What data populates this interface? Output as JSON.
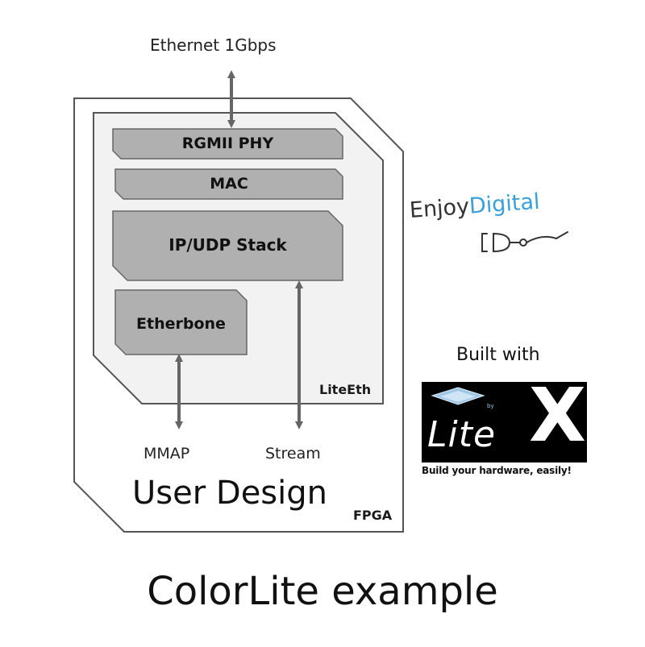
{
  "diagram": {
    "ethernet_label": "Ethernet 1Gbps",
    "blocks": {
      "rgmii_phy": "RGMII PHY",
      "mac": "MAC",
      "ip_udp_stack": "IP/UDP Stack",
      "etherbone": "Etherbone"
    },
    "liteeth_label": "LiteEth",
    "mmap_label": "MMAP",
    "stream_label": "Stream",
    "user_design_label": "User Design",
    "fpga_label": "FPGA"
  },
  "branding": {
    "enjoy_text": "Enjoy",
    "digital_text": "Digital",
    "built_with": "Built with",
    "litex_word": "Lite",
    "litex_x": "X",
    "litex_by": "by",
    "litex_tagline": "Build your hardware, easily!"
  },
  "caption": "ColorLite example",
  "colors": {
    "block_fill": "#b0b0b0",
    "liteeth_fill": "#f2f2f2",
    "outline": "#555555",
    "arrow": "#666666",
    "digital_blue": "#3aa0d8"
  }
}
